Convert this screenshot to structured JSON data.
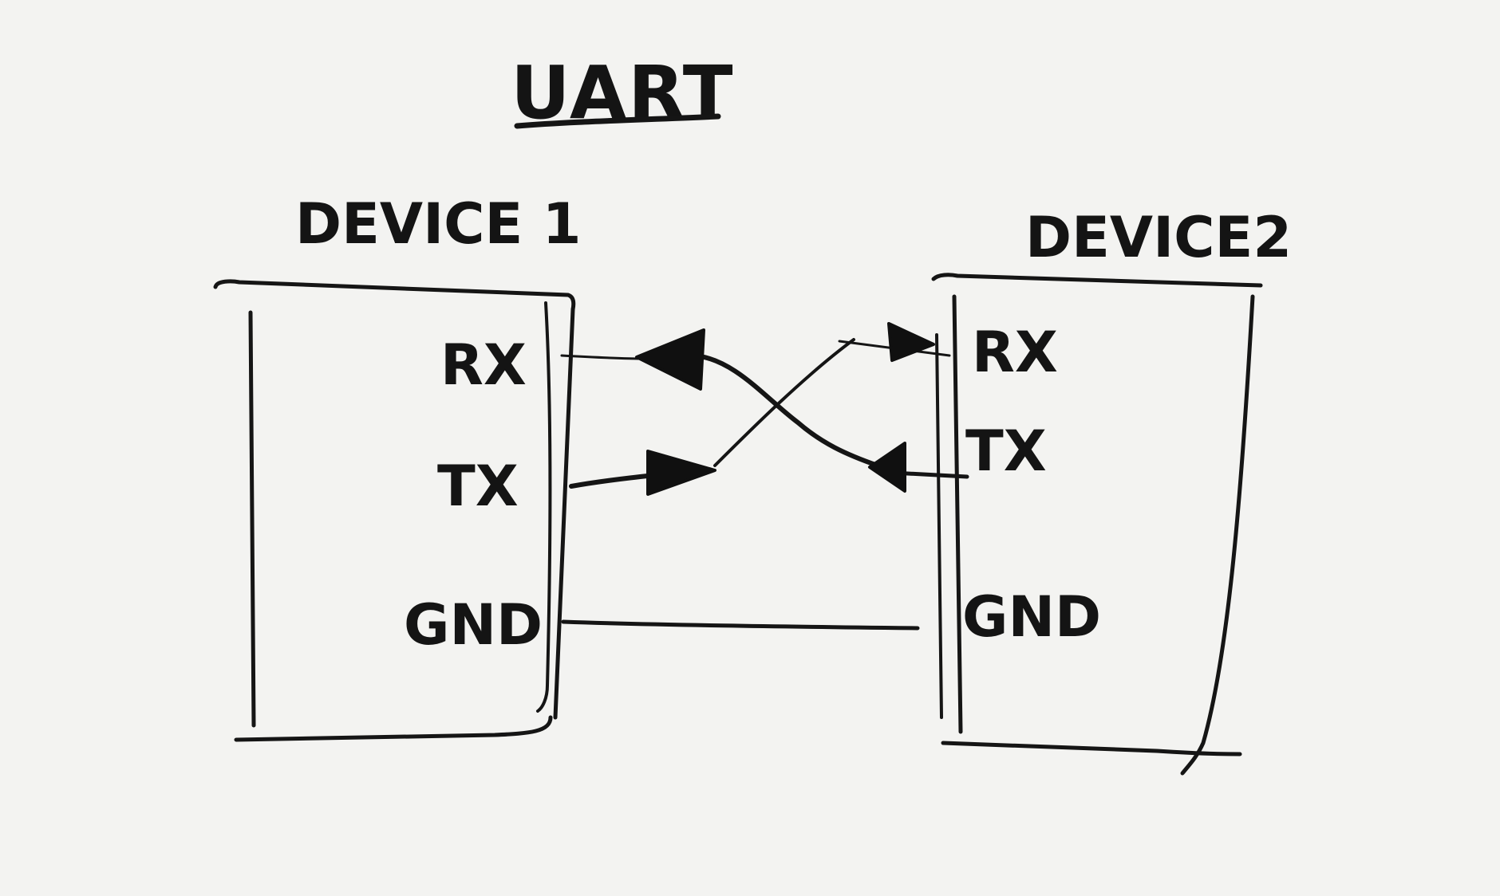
{
  "diagram": {
    "title": "UART",
    "device1": {
      "label": "DEVICE 1",
      "pins": {
        "rx": "RX",
        "tx": "TX",
        "gnd": "GND"
      }
    },
    "device2": {
      "label": "DEVICE2",
      "pins": {
        "rx": "RX",
        "tx": "TX",
        "gnd": "GND"
      }
    },
    "connections": [
      {
        "from": "device1.tx",
        "to": "device2.rx",
        "direction": "device1-to-device2"
      },
      {
        "from": "device2.tx",
        "to": "device1.rx",
        "direction": "device2-to-device1"
      },
      {
        "from": "device1.gnd",
        "to": "device2.gnd",
        "direction": "none"
      }
    ],
    "colors": {
      "ink": "#151515",
      "paper": "#f3f3f1"
    }
  }
}
